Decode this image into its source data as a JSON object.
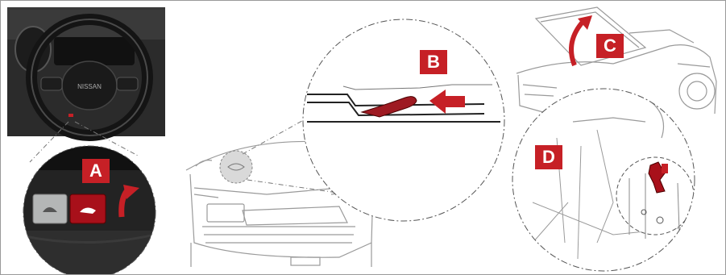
{
  "steps": {
    "a": {
      "label": "A"
    },
    "b": {
      "label": "B"
    },
    "c": {
      "label": "C"
    },
    "d": {
      "label": "D"
    }
  },
  "icons": {
    "steering_wheel": "steering-wheel-illustration",
    "hood_release": "hood-release-lever-icon",
    "secondary_latch": "secondary-latch-lever",
    "hood_open": "hood-raised-arrow",
    "prop_rod": "hood-prop-rod"
  },
  "colors": {
    "accent": "#c62026",
    "line_art": "#8c8c8c",
    "dark_panel": "#1e1e1e"
  }
}
